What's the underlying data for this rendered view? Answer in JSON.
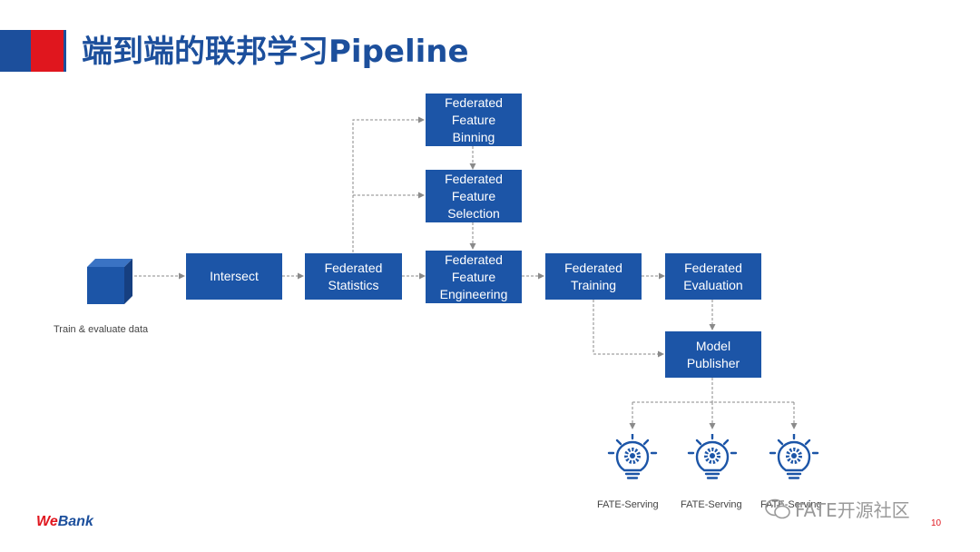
{
  "title": "端到端的联邦学习Pipeline",
  "nodes": {
    "binning": "Federated\nFeature\nBinning",
    "selection": "Federated\nFeature\nSelection",
    "intersect": "Intersect",
    "statistics": "Federated\nStatistics",
    "engineering": "Federated\nFeature\nEngineering",
    "training": "Federated\nTraining",
    "evaluation": "Federated\nEvaluation",
    "publisher": "Model\nPublisher"
  },
  "data_source_label": "Train & evaluate data",
  "serving": [
    "FATE-Serving",
    "FATE-Serving",
    "FATE-Serving"
  ],
  "watermark": "FATE开源社区",
  "logo": {
    "prefix": "We",
    "suffix": "Bank"
  },
  "page_number": "10",
  "colors": {
    "brand_blue": "#1c4f9c",
    "node_blue": "#1c55a7",
    "brand_red": "#e0161e",
    "connector_gray": "#8a8a8a"
  }
}
